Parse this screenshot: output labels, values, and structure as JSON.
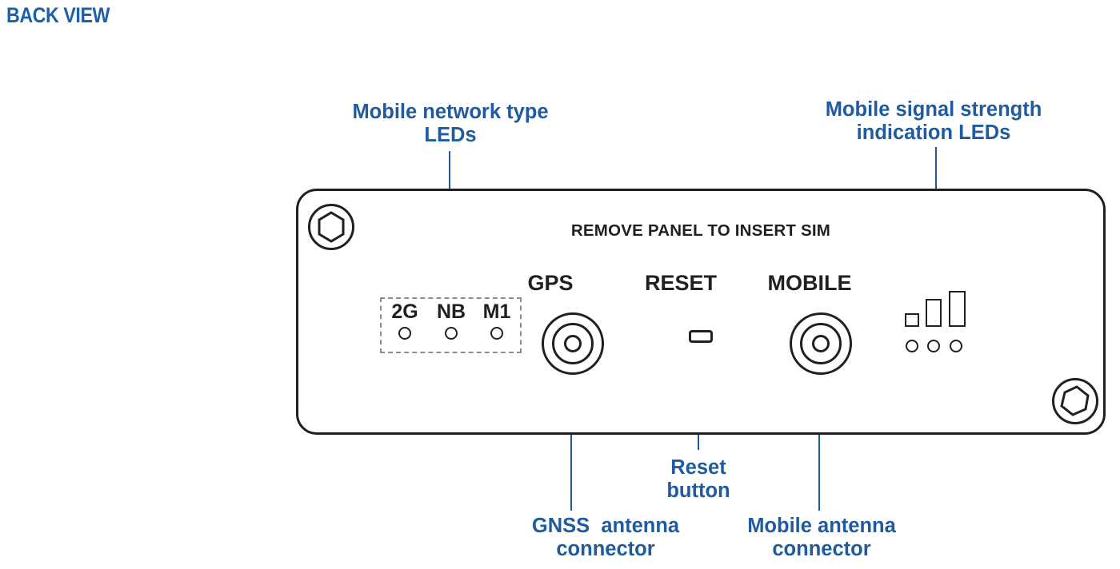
{
  "heading": "BACK VIEW",
  "colors": {
    "label_blue": "#1f5b9e",
    "heading_blue": "#1d5fa8",
    "outline_black": "#231f20",
    "dashed_gray": "#8d8d8d",
    "background": "#ffffff"
  },
  "callouts": [
    {
      "id": "mobile-network-type-leds",
      "text": "Mobile network type\nLEDs"
    },
    {
      "id": "mobile-signal-strength-leds",
      "text": "Mobile signal strength\nindication LEDs"
    },
    {
      "id": "reset-button",
      "text": "Reset\nbutton"
    },
    {
      "id": "gnss-antenna-connector",
      "text": "GNSS  antenna\nconnector"
    },
    {
      "id": "mobile-antenna-connector",
      "text": "Mobile antenna\nconnector"
    }
  ],
  "panel": {
    "title": "REMOVE PANEL TO INSERT SIM",
    "port_labels": {
      "gps": "GPS",
      "reset": "RESET",
      "mobile": "MOBILE"
    },
    "network_leds": [
      {
        "label": "2G",
        "icon": "led-circle-icon"
      },
      {
        "label": "NB",
        "icon": "led-circle-icon"
      },
      {
        "label": "M1",
        "icon": "led-circle-icon"
      }
    ],
    "signal_leds": {
      "bars": 3,
      "bar_heights": [
        17,
        35,
        45
      ],
      "indicator_dots": 3
    },
    "screws": [
      {
        "position": "top-left",
        "icon": "hex-screw-icon"
      },
      {
        "position": "bottom-right",
        "icon": "hex-screw-icon"
      }
    ],
    "connectors": [
      {
        "id": "gps-connector",
        "icon": "coax-connector-icon"
      },
      {
        "id": "mobile-connector",
        "icon": "coax-connector-icon"
      }
    ],
    "reset_button_icon": "reset-pinhole-icon"
  }
}
